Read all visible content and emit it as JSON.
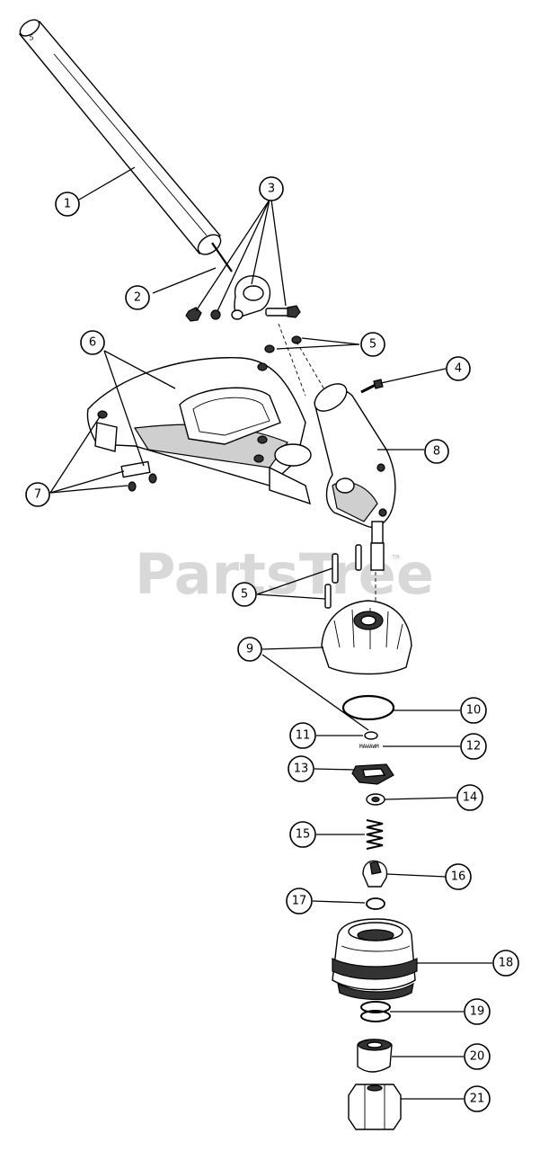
{
  "watermark": {
    "text": "PartsTree",
    "tm": "TM"
  },
  "shaft_marking": "5",
  "washer_marking": "MAWAWM",
  "callouts": [
    "1",
    "2",
    "3",
    "4",
    "5",
    "6",
    "7",
    "8",
    "5",
    "9",
    "10",
    "11",
    "12",
    "13",
    "14",
    "15",
    "16",
    "17",
    "18",
    "19",
    "20",
    "21"
  ]
}
